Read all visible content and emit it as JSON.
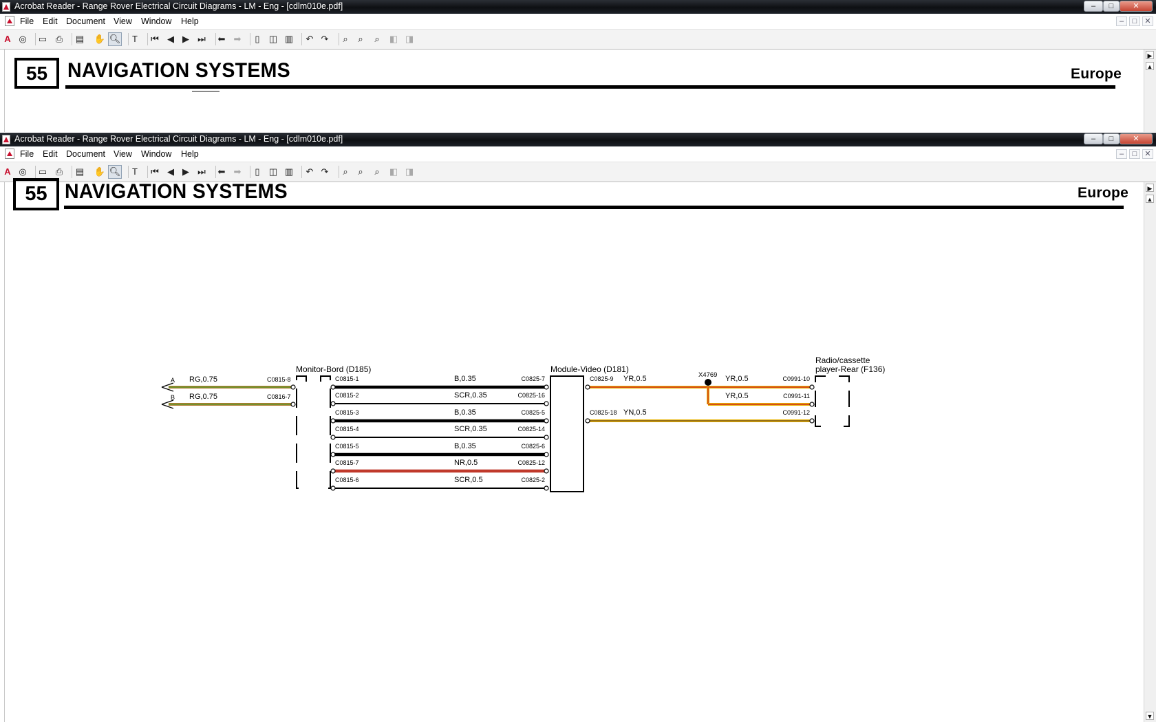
{
  "window_back": {
    "title": "Acrobat Reader - Range Rover Electrical Circuit Diagrams - LM - Eng - [cdlm010e.pdf]",
    "menu": [
      "File",
      "Edit",
      "Document",
      "View",
      "Window",
      "Help"
    ],
    "page": {
      "section": "55",
      "heading": "NAVIGATION SYSTEMS",
      "region": "Europe"
    }
  },
  "window_front": {
    "title": "Acrobat Reader - Range Rover Electrical Circuit Diagrams - LM - Eng - [cdlm010e.pdf]",
    "menu": [
      "File",
      "Edit",
      "Document",
      "View",
      "Window",
      "Help"
    ],
    "page": {
      "section": "55",
      "heading": "NAVIGATION SYSTEMS",
      "region": "Europe"
    }
  },
  "toolbar_icons": [
    "acrobat-logo-icon",
    "web-icon",
    "open-icon",
    "print-icon",
    "bookmarks-icon",
    "hand-icon",
    "zoom-icon",
    "text-select-icon",
    "first-page-icon",
    "prev-page-icon",
    "next-page-icon",
    "last-page-icon",
    "go-back-icon",
    "go-forward-icon",
    "actual-size-icon",
    "fit-page-icon",
    "fit-width-icon",
    "rotate-left-icon",
    "rotate-right-icon",
    "find-icon",
    "search-icon",
    "search-results-icon",
    "prev-highlight-icon",
    "next-highlight-icon"
  ],
  "window_buttons": {
    "minimize": "–",
    "restore": "□",
    "close": "✕"
  },
  "scroll_arrows": {
    "right": "▶",
    "up": "▲",
    "down": "▼"
  },
  "colors": {
    "RG": "#b07a30",
    "RG_stripe": "#5f9a2e",
    "B": "#000000",
    "SCR": "#000000",
    "NR": "#c0392b",
    "YR": "#e8b200",
    "YR_stripe": "#d0301f",
    "YN": "#e8b200",
    "YN_stripe": "#7a5a20"
  },
  "diagram": {
    "components": {
      "monitor": "Monitor-Bord (D185)",
      "video": "Module-Video (D181)",
      "radio_line1": "Radio/cassette",
      "radio_line2": "player-Rear (F136)"
    },
    "splice": "X4769",
    "inputs": [
      {
        "label": "A",
        "wire": "RG,0.75",
        "pin": "C0815-8"
      },
      {
        "label": "B",
        "wire": "RG,0.75",
        "pin": "C0816-7"
      }
    ],
    "mid_wires": [
      {
        "left": "C0815-1",
        "wire": "B,0.35",
        "right": "C0825-7",
        "color": "B"
      },
      {
        "left": "C0815-2",
        "wire": "SCR,0.35",
        "right": "C0825-16",
        "color": "SCR"
      },
      {
        "left": "C0815-3",
        "wire": "B,0.35",
        "right": "C0825-5",
        "color": "B"
      },
      {
        "left": "C0815-4",
        "wire": "SCR,0.35",
        "right": "C0825-14",
        "color": "SCR"
      },
      {
        "left": "C0815-5",
        "wire": "B,0.35",
        "right": "C0825-6",
        "color": "B"
      },
      {
        "left": "C0815-7",
        "wire": "NR,0.5",
        "right": "C0825-12",
        "color": "NR"
      },
      {
        "left": "C0815-6",
        "wire": "SCR,0.5",
        "right": "C0825-2",
        "color": "SCR"
      }
    ],
    "right_wires": [
      {
        "left": "C0825-9",
        "wire1": "YR,0.5",
        "wire2": "YR,0.5",
        "right": "C0991-10"
      },
      {
        "wire": "YR,0.5",
        "right": "C0991-11"
      },
      {
        "left": "C0825-18",
        "wire": "YN,0.5",
        "right": "C0991-12"
      }
    ]
  }
}
